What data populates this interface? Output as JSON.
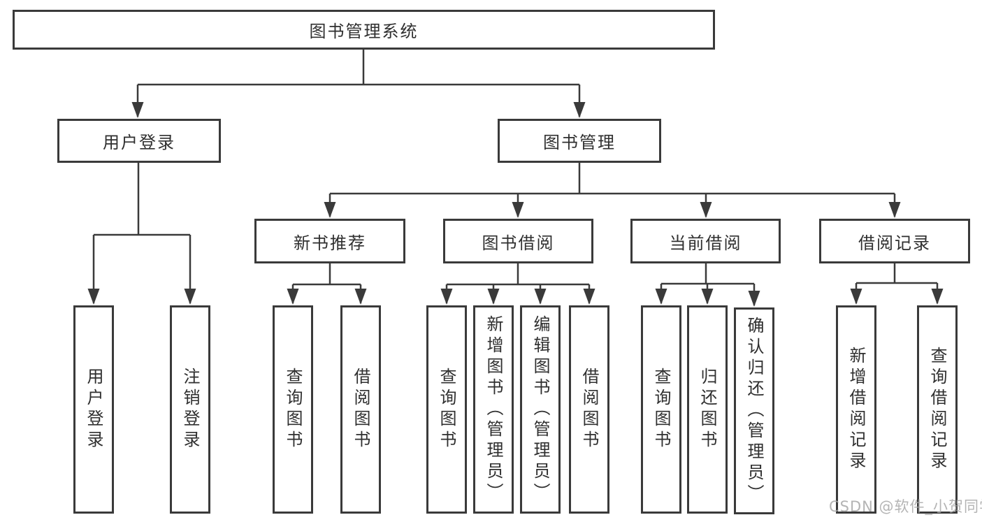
{
  "diagram": {
    "type": "tree",
    "title": "图书管理系统",
    "watermark": "CSDN @软件_小贺同学",
    "colors": {
      "line": "#3a3a3a",
      "box_border": "#3a3a3a",
      "text": "#2f2f2f",
      "background": "#ffffff",
      "watermark": "#a8a8a8"
    },
    "tree": {
      "label": "图书管理系统",
      "children": [
        {
          "label": "用户登录",
          "children": [
            {
              "label": "用户登录"
            },
            {
              "label": "注销登录"
            }
          ]
        },
        {
          "label": "图书管理",
          "children": [
            {
              "label": "新书推荐",
              "children": [
                {
                  "label": "查询图书"
                },
                {
                  "label": "借阅图书"
                }
              ]
            },
            {
              "label": "图书借阅",
              "children": [
                {
                  "label": "查询图书"
                },
                {
                  "label": "新增图书（管理员）"
                },
                {
                  "label": "编辑图书（管理员）"
                },
                {
                  "label": "借阅图书"
                }
              ]
            },
            {
              "label": "当前借阅",
              "children": [
                {
                  "label": "查询图书"
                },
                {
                  "label": "归还图书"
                },
                {
                  "label": "确认归还（管理员）"
                }
              ]
            },
            {
              "label": "借阅记录",
              "children": [
                {
                  "label": "新增借阅记录"
                },
                {
                  "label": "查询借阅记录"
                }
              ]
            }
          ]
        }
      ]
    }
  }
}
